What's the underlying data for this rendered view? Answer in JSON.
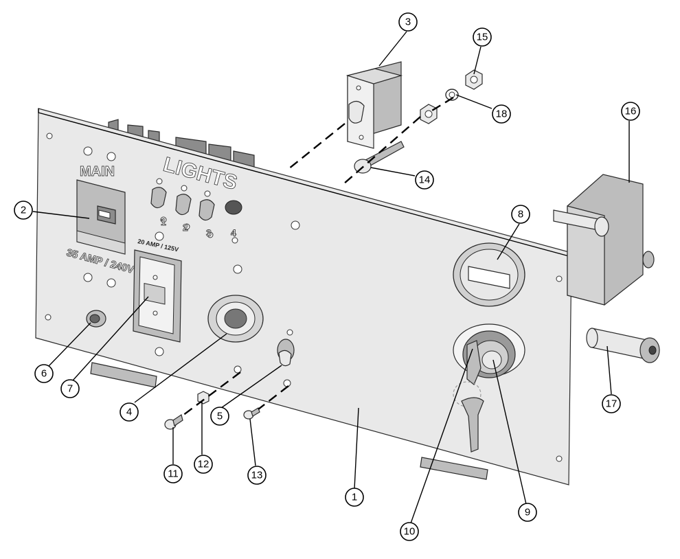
{
  "panel_labels": {
    "main": "MAIN",
    "lights": "LIGHTS",
    "main_rating": "35 AMP / 240V",
    "outlet_rating": "20 AMP / 125V",
    "switch_numbers": [
      "1",
      "2",
      "3",
      "4"
    ]
  },
  "callouts": [
    "1",
    "2",
    "3",
    "4",
    "5",
    "6",
    "7",
    "8",
    "9",
    "10",
    "11",
    "12",
    "13",
    "14",
    "15",
    "16",
    "17",
    "18"
  ]
}
